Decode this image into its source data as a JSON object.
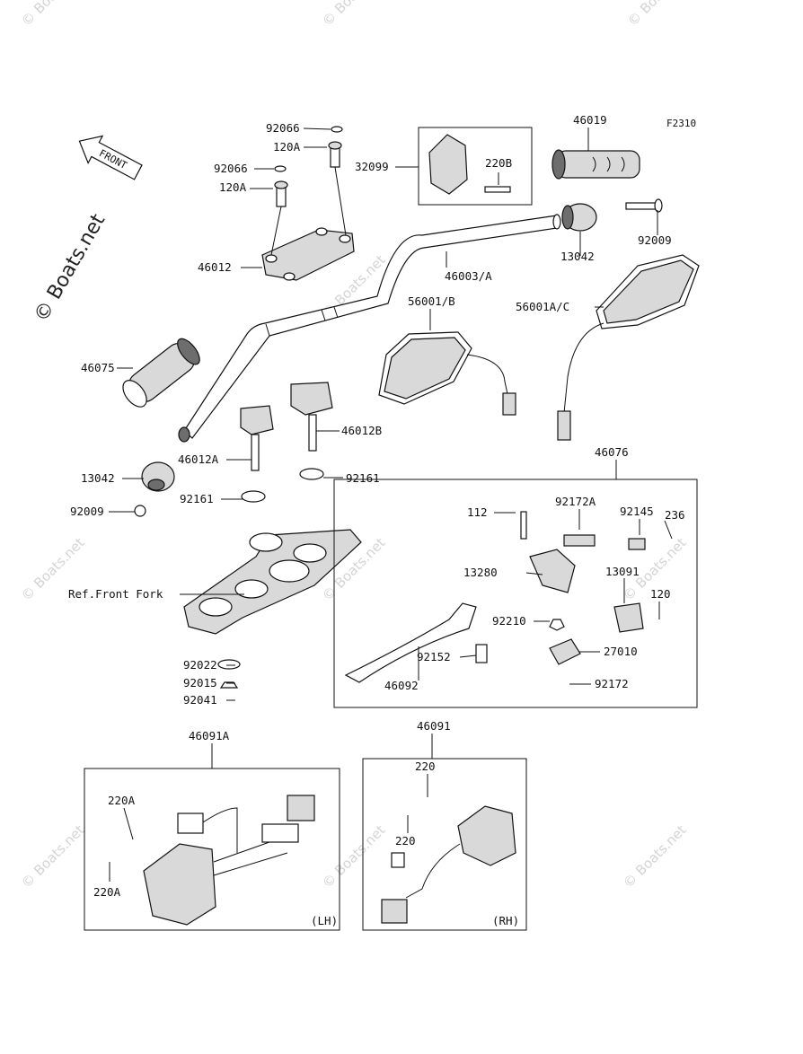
{
  "figure_id": "F2310",
  "watermark": "© Boats.net",
  "front_arrow_label": "FRONT",
  "reference_note": "Ref.Front Fork",
  "callouts": [
    {
      "id": "c-92066-top",
      "text": "92066"
    },
    {
      "id": "c-120A-top",
      "text": "120A"
    },
    {
      "id": "c-92066-mid",
      "text": "92066"
    },
    {
      "id": "c-120A-mid",
      "text": "120A"
    },
    {
      "id": "c-32099",
      "text": "32099"
    },
    {
      "id": "c-220B",
      "text": "220B"
    },
    {
      "id": "c-46019",
      "text": "46019"
    },
    {
      "id": "c-46012",
      "text": "46012"
    },
    {
      "id": "c-46003A",
      "text": "46003/A"
    },
    {
      "id": "c-13042-r",
      "text": "13042"
    },
    {
      "id": "c-92009-r",
      "text": "92009"
    },
    {
      "id": "c-56001B",
      "text": "56001/B"
    },
    {
      "id": "c-56001AC",
      "text": "56001A/C"
    },
    {
      "id": "c-46075",
      "text": "46075"
    },
    {
      "id": "c-46012B",
      "text": "46012B"
    },
    {
      "id": "c-46012A",
      "text": "46012A"
    },
    {
      "id": "c-13042-l",
      "text": "13042"
    },
    {
      "id": "c-92161-r",
      "text": "92161"
    },
    {
      "id": "c-92161-l",
      "text": "92161"
    },
    {
      "id": "c-92009-l",
      "text": "92009"
    },
    {
      "id": "c-46076",
      "text": "46076"
    },
    {
      "id": "c-112",
      "text": "112"
    },
    {
      "id": "c-92172A",
      "text": "92172A"
    },
    {
      "id": "c-92145",
      "text": "92145"
    },
    {
      "id": "c-236",
      "text": "236"
    },
    {
      "id": "c-13280",
      "text": "13280"
    },
    {
      "id": "c-13091",
      "text": "13091"
    },
    {
      "id": "c-120",
      "text": "120"
    },
    {
      "id": "c-92210",
      "text": "92210"
    },
    {
      "id": "c-27010",
      "text": "27010"
    },
    {
      "id": "c-92152",
      "text": "92152"
    },
    {
      "id": "c-46092",
      "text": "46092"
    },
    {
      "id": "c-92172",
      "text": "92172"
    },
    {
      "id": "c-92022",
      "text": "92022"
    },
    {
      "id": "c-92015",
      "text": "92015"
    },
    {
      "id": "c-92041",
      "text": "92041"
    },
    {
      "id": "c-46091A",
      "text": "46091A"
    },
    {
      "id": "c-46091",
      "text": "46091"
    },
    {
      "id": "c-220A-top",
      "text": "220A"
    },
    {
      "id": "c-220A-bot",
      "text": "220A"
    },
    {
      "id": "c-220-top",
      "text": "220"
    },
    {
      "id": "c-220-bot",
      "text": "220"
    }
  ],
  "box_tags": {
    "left_switch": "(LH)",
    "right_switch": "(RH)"
  }
}
